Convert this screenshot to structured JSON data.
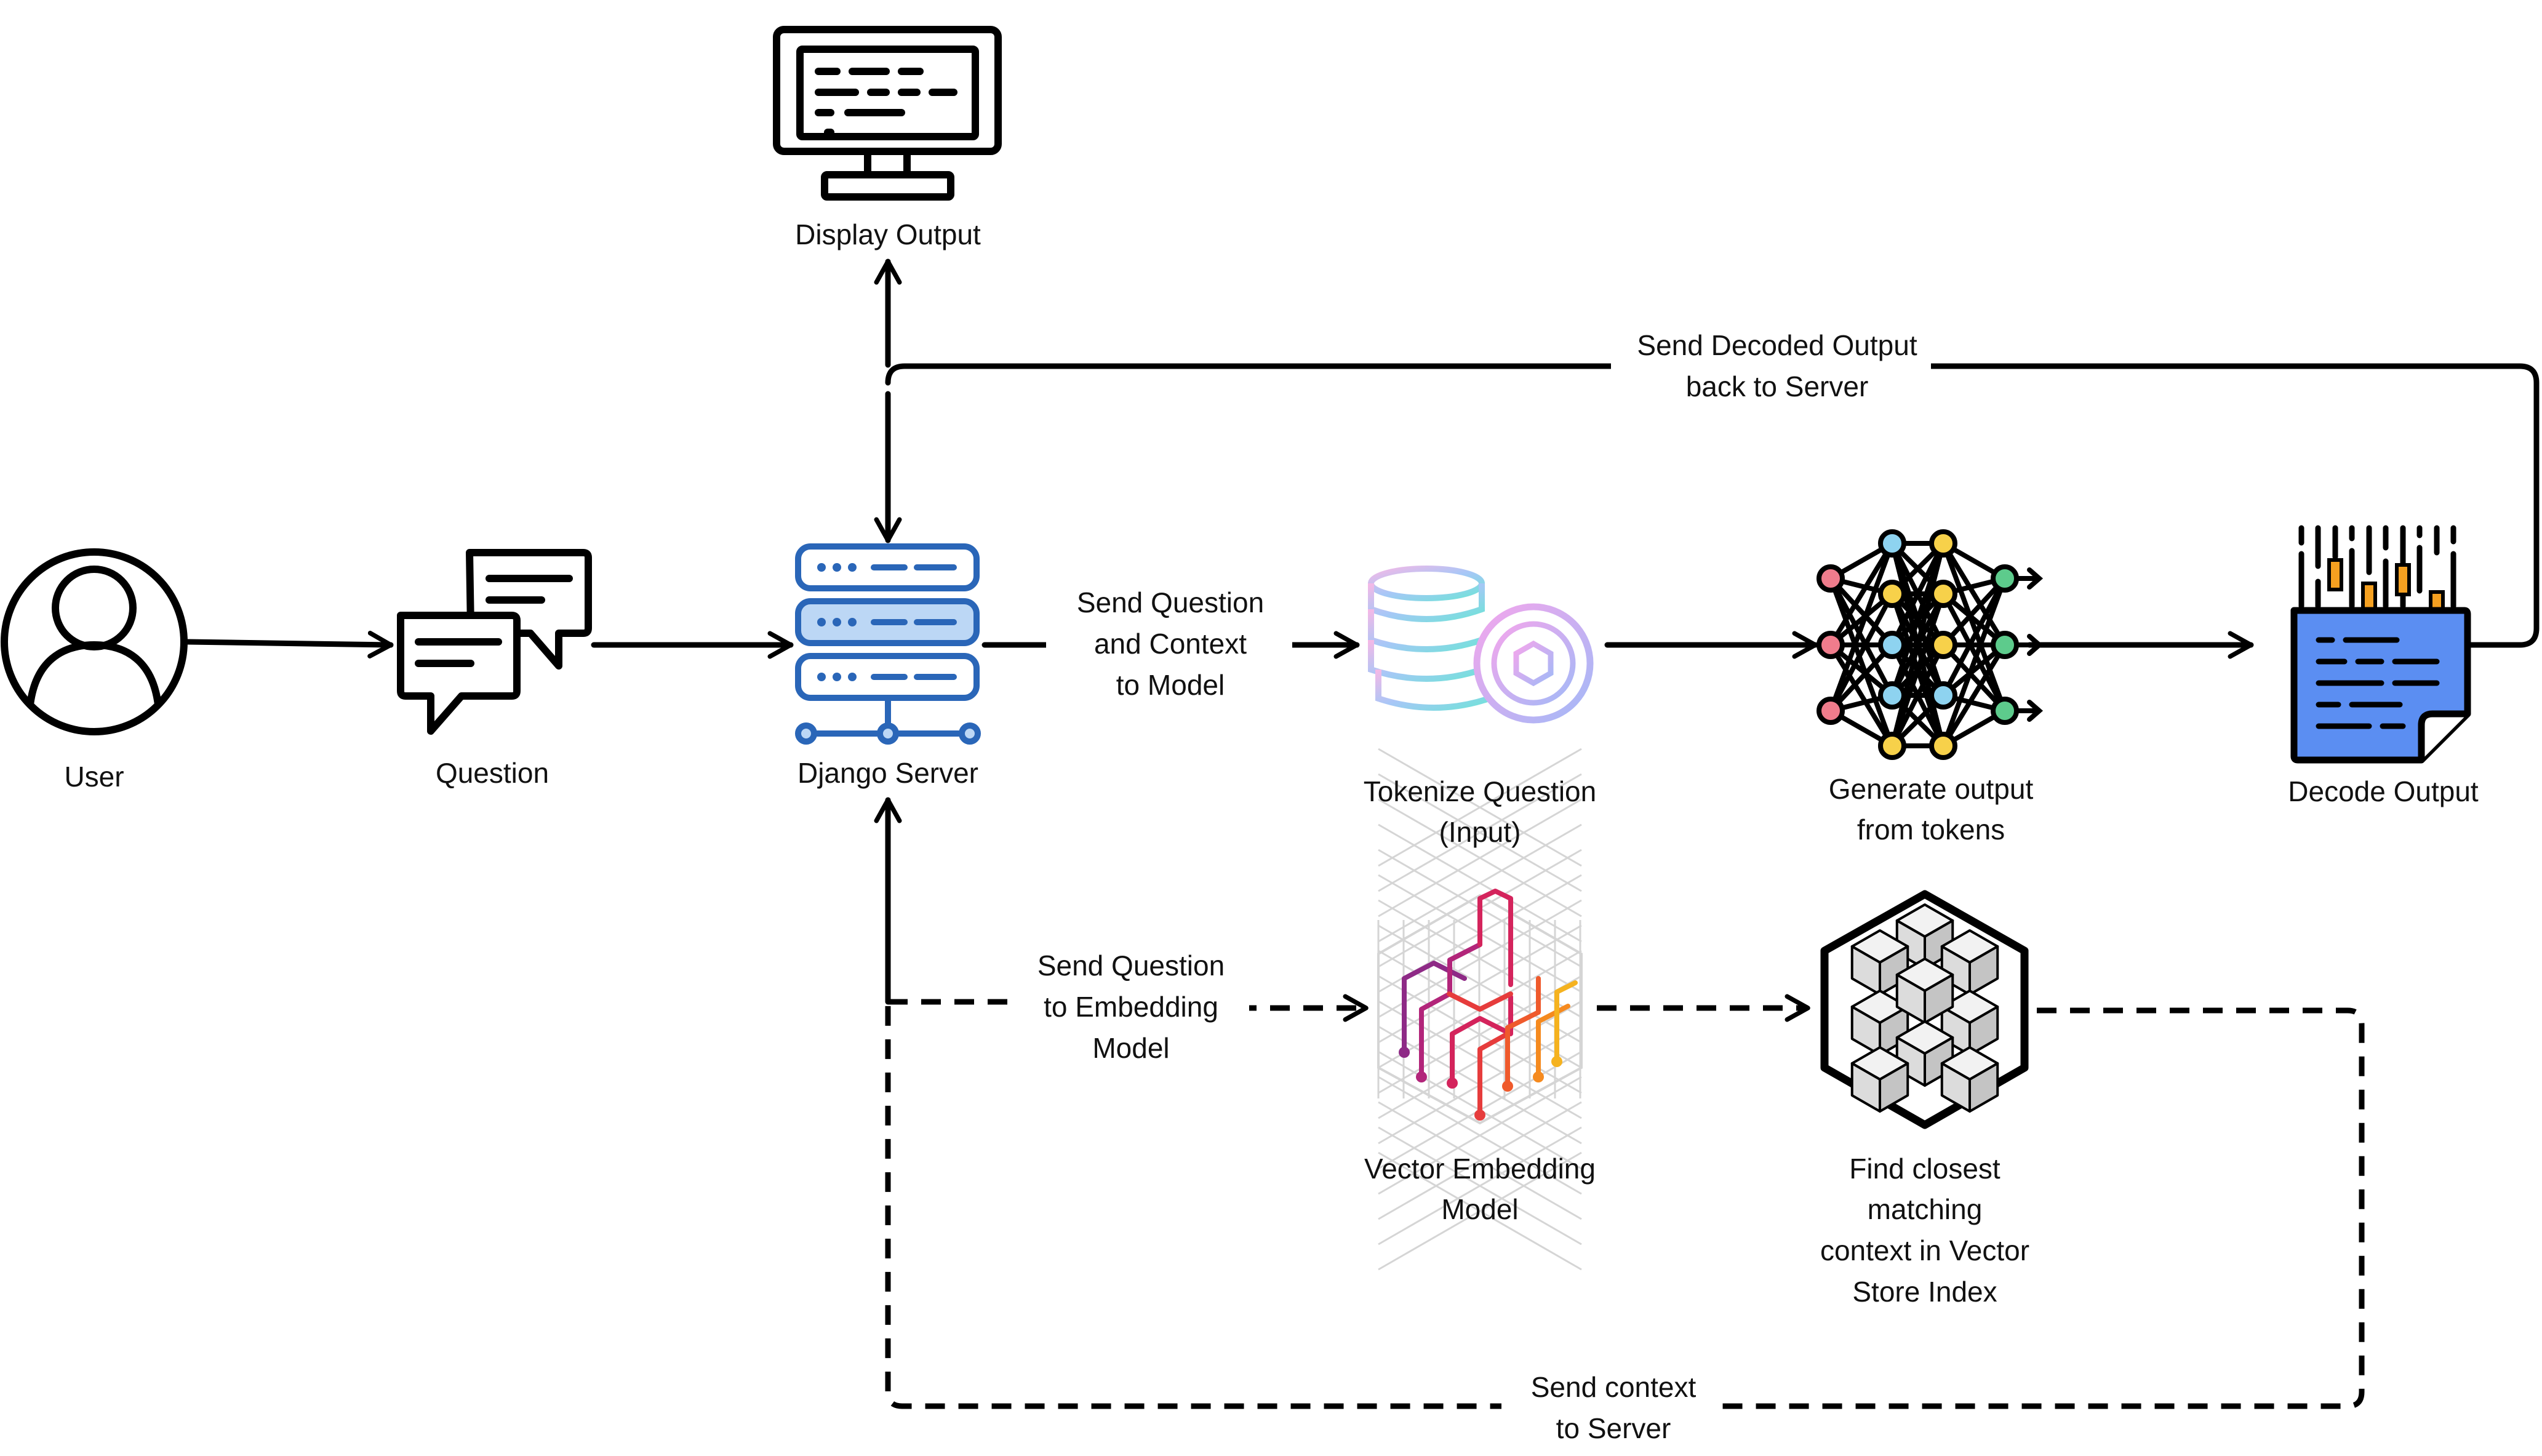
{
  "nodes": {
    "user": {
      "label": "User",
      "icon": "user-icon"
    },
    "question": {
      "label": "Question",
      "icon": "chat-bubbles-icon"
    },
    "server": {
      "label": "Django Server",
      "icon": "server-icon"
    },
    "display": {
      "label": "Display Output",
      "icon": "monitor-icon"
    },
    "tokenize": {
      "line1": "Tokenize Question",
      "line2": "(Input)",
      "icon": "coins-token-icon"
    },
    "generate": {
      "line1": "Generate output",
      "line2": "from tokens",
      "icon": "neural-network-icon"
    },
    "decode": {
      "label": "Decode Output",
      "icon": "decoded-document-icon"
    },
    "embedding": {
      "line1": "Vector Embedding",
      "line2": "Model",
      "icon": "embedding-cube-icon"
    },
    "vectorstore": {
      "line1": "Find closest",
      "line2": "matching",
      "line3": "context in Vector",
      "line4": "Store Index",
      "icon": "cube-stack-icon"
    }
  },
  "edges": {
    "send_to_model": {
      "line1": "Send Question",
      "line2": "and Context",
      "line3": "to Model"
    },
    "send_decoded": {
      "line1": "Send Decoded Output",
      "line2": "back to Server"
    },
    "send_to_embedding": {
      "line1": "Send Question",
      "line2": "to Embedding",
      "line3": "Model"
    },
    "send_context": {
      "line1": "Send context",
      "line2": "to Server"
    }
  },
  "colors": {
    "server_blue": "#2a66b8",
    "server_fill": "#bcd7f5",
    "document_blue": "#5b8ef2",
    "accent_orange": "#f5a020",
    "node_red": "#f07c8c",
    "node_green": "#5dcb8c",
    "node_yellow": "#f7d14a",
    "node_blue": "#8ed3f0"
  }
}
